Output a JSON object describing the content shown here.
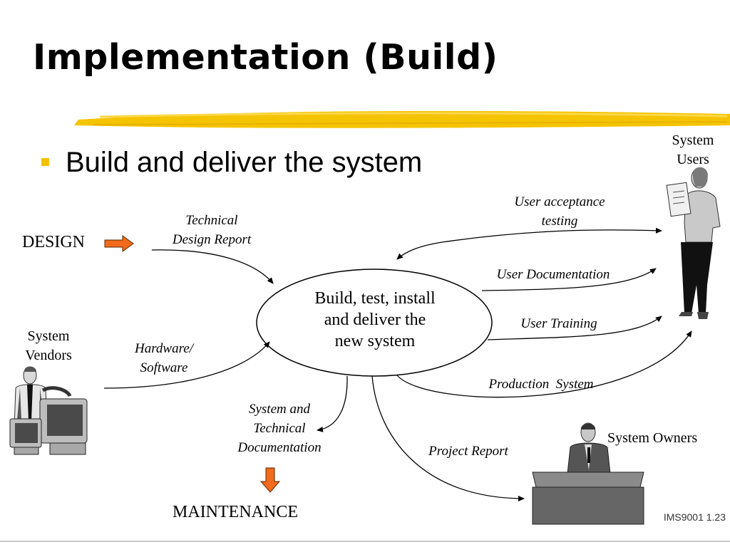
{
  "title": "Implementation (Build)",
  "bullet": "Build and deliver the system",
  "center_process": [
    "Build, test, install",
    "and deliver the",
    "new system"
  ],
  "inputs": {
    "design": "DESIGN",
    "technical_design_report": [
      "Technical",
      "Design Report"
    ],
    "system_vendors": [
      "System",
      "Vendors"
    ],
    "hardware_software": [
      "Hardware/",
      "Software"
    ]
  },
  "outputs": {
    "user_acceptance_testing": [
      "User acceptance",
      "testing"
    ],
    "user_documentation": "User Documentation",
    "user_training": "User Training",
    "production_system": "Production  System",
    "system_and_technical_documentation": [
      "System and",
      "Technical",
      "Documentation"
    ],
    "project_report": "Project Report",
    "maintenance": "MAINTENANCE"
  },
  "actors": {
    "system_users": [
      "System",
      "Users"
    ],
    "system_owners": "System Owners"
  },
  "footer": "IMS9001 1.23",
  "colors": {
    "accent_stroke": "#f5c400",
    "arrow_fill": "#f26a1b",
    "bullet": "#f2c200"
  }
}
